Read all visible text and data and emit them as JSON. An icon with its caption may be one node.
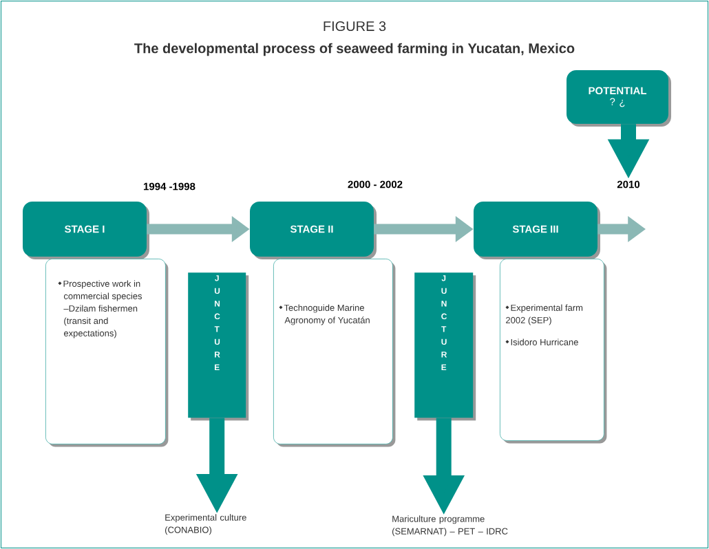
{
  "diagram": {
    "title": "The developmental process of seaweed farming in Yucatan, Mexico",
    "nodes": [
      {
        "text": [
          "STAGE I"
        ]
      },
      {
        "text": [
          "Prospective work in commercial species –Dzilam fishermen (transit and expectations)"
        ]
      },
      {
        "text": [
          "J U N C T U R E"
        ]
      },
      {
        "text": [
          "Experimental culture (CONABIO)"
        ]
      },
      {
        "text": [
          "STAGE II"
        ]
      },
      {
        "text": [
          "Technoguide Marine Agronomy of Yucatán"
        ]
      },
      {
        "text": [
          "J U N C T U R E"
        ]
      },
      {
        "text": [
          "Mariculture programme (SEMARNAT) – PET – IDRC"
        ]
      },
      {
        "text": [
          "STAGE III"
        ]
      },
      {
        "text": [
          "Experimental farm 2002 (SEP)",
          "Isidoro Hurricane"
        ]
      },
      {
        "text": [
          "POTENTIAL",
          "? ¿"
        ]
      },
      {
        "text": [
          "2010"
        ]
      }
    ],
    "edges": [
      {
        "from": 0,
        "to": 4,
        "arrow": "to"
      },
      {
        "from": 4,
        "to": 8,
        "arrow": "to"
      },
      {
        "from": 8,
        "to": null,
        "arrow": "to"
      },
      {
        "from": 2,
        "to": 3,
        "arrow": "to",
        "color": "#009189"
      },
      {
        "from": 6,
        "to": 7,
        "arrow": "to",
        "color": "#009189"
      },
      {
        "from": 10,
        "to": 11,
        "arrow": "to",
        "color": "#009189"
      }
    ],
    "labels": [
      "FIGURE 3",
      "1994 -1998",
      "2000 - 2002"
    ]
  }
}
